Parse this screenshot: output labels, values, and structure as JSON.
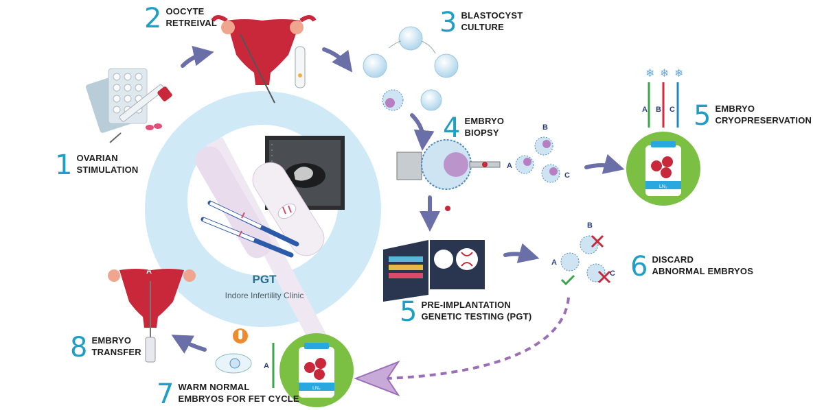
{
  "center": {
    "title": "PGT",
    "subtitle": "Indore Infertility Clinic"
  },
  "steps": [
    {
      "num": "1",
      "line1": "OVARIAN",
      "line2": "STIMULATION"
    },
    {
      "num": "2",
      "line1": "OOCYTE",
      "line2": "RETREIVAL"
    },
    {
      "num": "3",
      "line1": "BLASTOCYST",
      "line2": "CULTURE"
    },
    {
      "num": "4",
      "line1": "EMBRYO",
      "line2": "BIOPSY"
    },
    {
      "num": "5",
      "line1": "EMBRYO",
      "line2": "CRYOPRESERVATION"
    },
    {
      "num": "5",
      "line1": "PRE-IMPLANTATION",
      "line2": "GENETIC TESTING (PGT)"
    },
    {
      "num": "6",
      "line1": "DISCARD",
      "line2": "ABNORMAL EMBRYOS"
    },
    {
      "num": "7",
      "line1": "WARM NORMAL",
      "line2": "EMBRYOS FOR FET CYCLE"
    },
    {
      "num": "8",
      "line1": "EMBRYO",
      "line2": "TRANSFER"
    }
  ],
  "embryo_labels": {
    "a": "A",
    "b": "B",
    "c": "C"
  },
  "ln2_label": "LN₂",
  "colors": {
    "accent": "#1f9fc4",
    "arrow": "#6b6fa8",
    "dashed": "#9b6fb8",
    "green": "#7cc043",
    "uterus": "#c9283a",
    "circle": "#cfeaf6"
  }
}
